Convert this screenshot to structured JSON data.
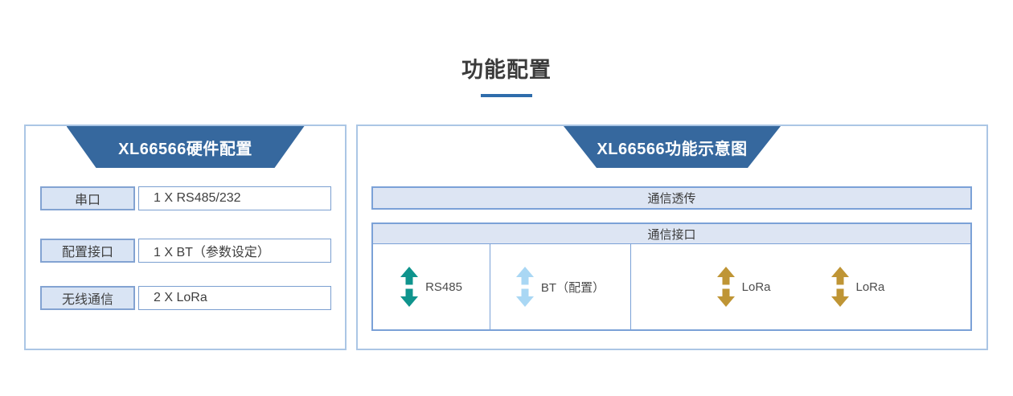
{
  "page": {
    "title": "功能配置"
  },
  "hardware_panel": {
    "header": "XL66566硬件配置",
    "rows": [
      {
        "label": "串口",
        "value": "1 X RS485/232"
      },
      {
        "label": "配置接口",
        "value": "1 X BT（参数设定）"
      },
      {
        "label": "无线通信",
        "value": "2 X LoRa"
      }
    ]
  },
  "diagram_panel": {
    "header": "XL66566功能示意图",
    "transparent_bar": "通信透传",
    "interface_bar": "通信接口",
    "interfaces": [
      {
        "label": "RS485",
        "color": "#0f948d"
      },
      {
        "label": "BT（配置）",
        "color": "#a9d7f4"
      },
      {
        "label": "LoRa",
        "color": "#bf9535"
      },
      {
        "label": "LoRa",
        "color": "#bf9535"
      }
    ]
  },
  "colors": {
    "header_blue": "#36689e",
    "underline_blue": "#2e6cab",
    "panel_border": "#abc6e5",
    "bar_fill": "#dde5f3",
    "bar_border": "#7ba1d7",
    "label_fill": "#d9e4f4"
  }
}
